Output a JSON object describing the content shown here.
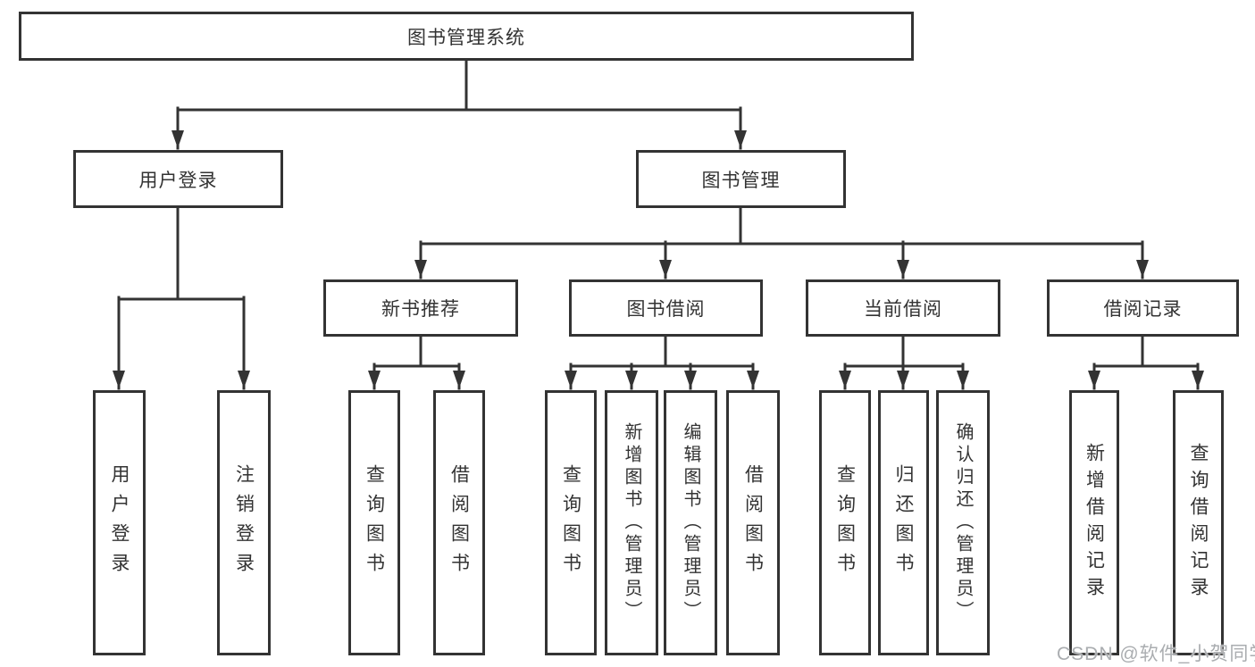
{
  "tree": {
    "label": "图书管理系统",
    "children": [
      {
        "label": "用户登录",
        "children": [
          {
            "label": "用户登录"
          },
          {
            "label": "注销登录"
          }
        ]
      },
      {
        "label": "图书管理",
        "children": [
          {
            "label": "新书推荐",
            "children": [
              {
                "label": "查询图书"
              },
              {
                "label": "借阅图书"
              }
            ]
          },
          {
            "label": "图书借阅",
            "children": [
              {
                "label": "查询图书"
              },
              {
                "label": "新增图书（管理员）"
              },
              {
                "label": "编辑图书（管理员）"
              },
              {
                "label": "借阅图书"
              }
            ]
          },
          {
            "label": "当前借阅",
            "children": [
              {
                "label": "查询图书"
              },
              {
                "label": "归还图书"
              },
              {
                "label": "确认归还（管理员）"
              }
            ]
          },
          {
            "label": "借阅记录",
            "children": [
              {
                "label": "新增借阅记录"
              },
              {
                "label": "查询借阅记录"
              }
            ]
          }
        ]
      }
    ]
  },
  "watermark": {
    "text": "CSDN @软件_小贺同学"
  },
  "colors": {
    "line": "#333333",
    "text": "#333333",
    "watermark": "#aaadb0"
  }
}
